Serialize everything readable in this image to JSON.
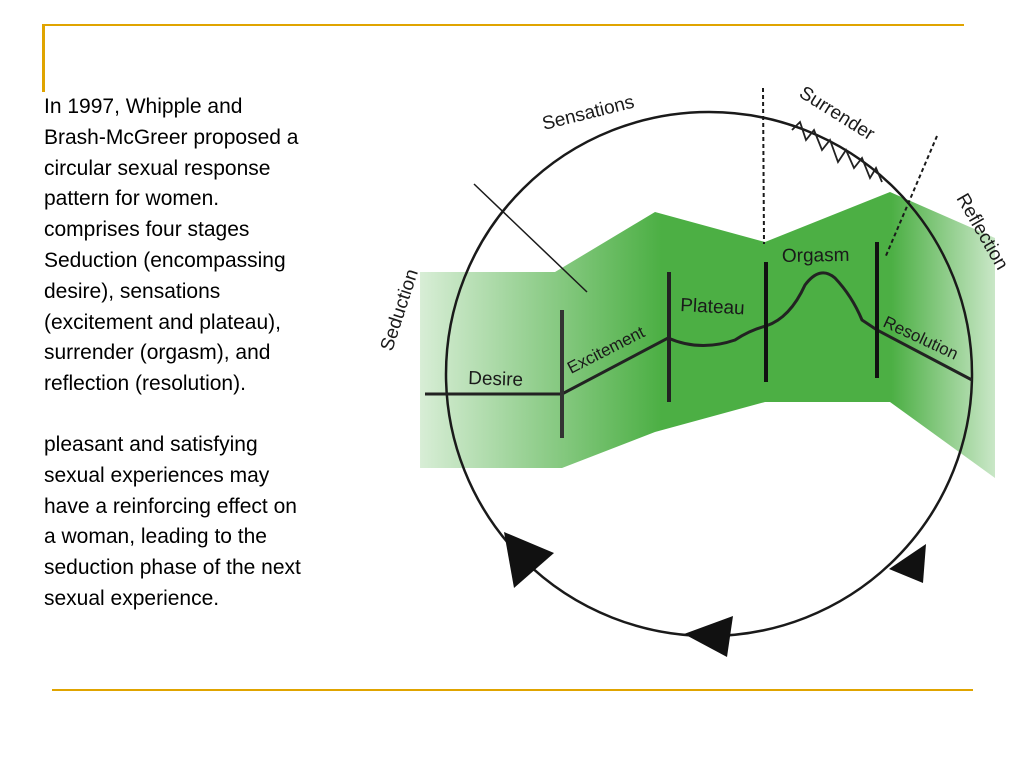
{
  "slide": {
    "accent_color": "#e0a400",
    "paragraphs": [
      "In 1997, Whipple and\nBrash-McGreer proposed a\ncircular sexual response\npattern for women.\ncomprises four stages\nSeduction (encompassing\ndesire), sensations\n(excitement and plateau),\nsurrender (orgasm), and\nreflection (resolution).",
      "pleasant and satisfying\nsexual experiences may\nhave a reinforcing effect on\na woman, leading to the\nseduction phase of the next\nsexual experience."
    ]
  },
  "diagram": {
    "band_color": "#4caf44",
    "outer_labels": {
      "seduction": "Seduction",
      "sensations": "Sensations",
      "surrender": "Surrender",
      "reflection": "Reflection"
    },
    "phase_labels": {
      "desire": "Desire",
      "excitement": "Excitement",
      "plateau": "Plateau",
      "orgasm": "Orgasm",
      "resolution": "Resolution"
    }
  }
}
